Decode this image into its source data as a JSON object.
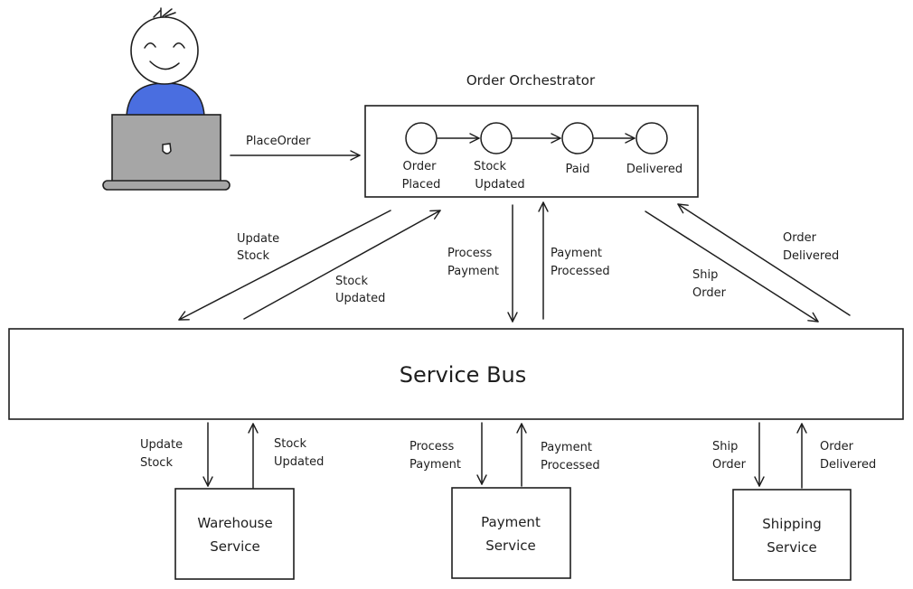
{
  "orchestrator": {
    "title": "Order Orchestrator",
    "states": [
      {
        "line1": "Order",
        "line2": "Placed"
      },
      {
        "line1": "Stock",
        "line2": "Updated"
      },
      {
        "line1": "Paid",
        "line2": ""
      },
      {
        "line1": "Delivered",
        "line2": ""
      }
    ]
  },
  "user": {
    "action": "PlaceOrder"
  },
  "bus": {
    "label": "Service Bus"
  },
  "upper_flows": {
    "update_stock": {
      "line1": "Update",
      "line2": "Stock"
    },
    "stock_updated": {
      "line1": "Stock",
      "line2": "Updated"
    },
    "process_payment": {
      "line1": "Process",
      "line2": "Payment"
    },
    "payment_processed": {
      "line1": "Payment",
      "line2": "Processed"
    },
    "ship_order": {
      "line1": "Ship",
      "line2": "Order"
    },
    "order_delivered": {
      "line1": "Order",
      "line2": "Delivered"
    }
  },
  "services": [
    {
      "line1": "Warehouse",
      "line2": "Service",
      "down": {
        "line1": "Update",
        "line2": "Stock"
      },
      "up": {
        "line1": "Stock",
        "line2": "Updated"
      }
    },
    {
      "line1": "Payment",
      "line2": "Service",
      "down": {
        "line1": "Process",
        "line2": "Payment"
      },
      "up": {
        "line1": "Payment",
        "line2": "Processed"
      }
    },
    {
      "line1": "Shipping",
      "line2": "Service",
      "down": {
        "line1": "Ship",
        "line2": "Order"
      },
      "up": {
        "line1": "Order",
        "line2": "Delivered"
      }
    }
  ],
  "colors": {
    "stroke": "#1e1e1e",
    "shirt": "#4a6ee0",
    "laptop": "#a6a6a6",
    "background": "#ffffff"
  }
}
